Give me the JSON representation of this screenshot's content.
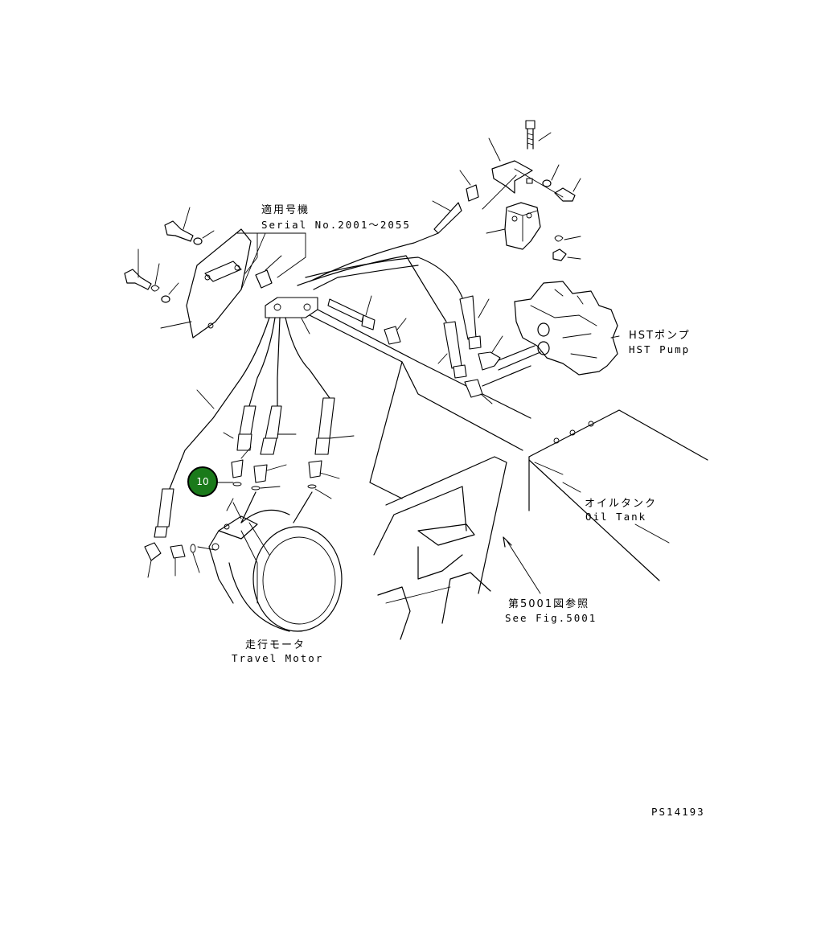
{
  "labels": {
    "serial_jp": "適用号機",
    "serial_en": "Serial No.2001～2055",
    "hst_jp": "HSTポンプ",
    "hst_en": "HST Pump",
    "tank_jp": "オイルタンク",
    "tank_en": "Oil Tank",
    "ref_jp": "第5001図参照",
    "ref_en": "See Fig.5001",
    "motor_jp": "走行モータ",
    "motor_en": "Travel Motor",
    "drawing_no": "PS14193"
  },
  "callout": {
    "number": "10",
    "color": "#1a7a1a",
    "border": "#000000"
  }
}
